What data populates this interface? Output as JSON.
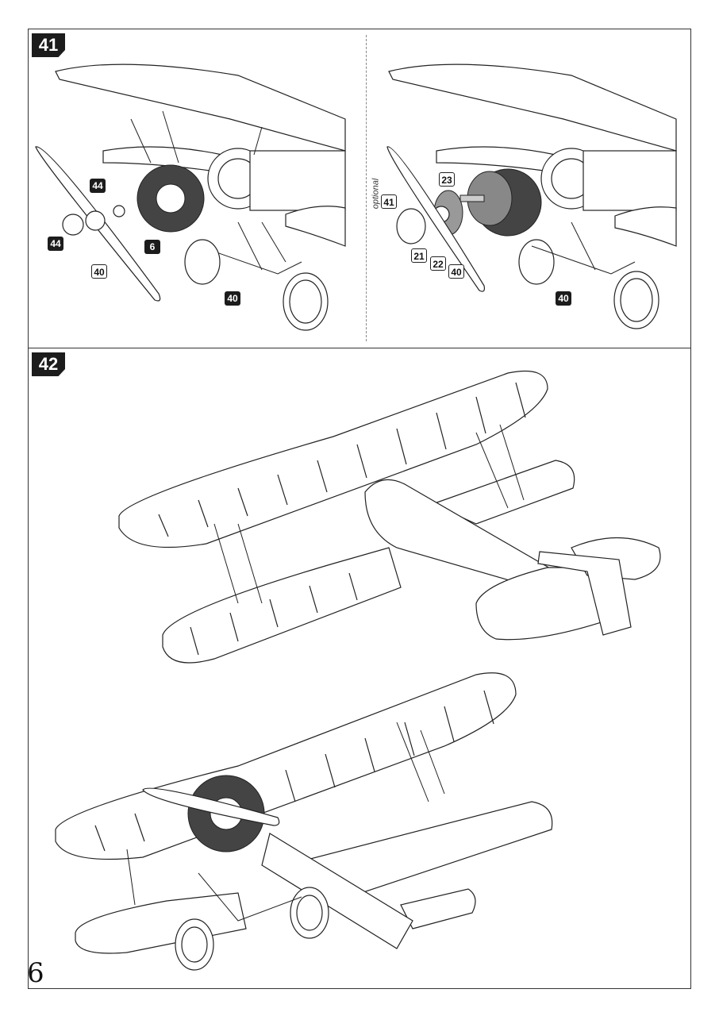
{
  "page_number": "6",
  "steps": [
    {
      "number": "41",
      "label_optional": "optional",
      "callouts_left": [
        "44",
        "44",
        "6",
        "40",
        "40"
      ],
      "callouts_right": [
        "41",
        "23",
        "21",
        "22",
        "40",
        "40"
      ]
    },
    {
      "number": "42"
    }
  ],
  "colors": {
    "ink": "#1c1c1c",
    "paper": "#ffffff"
  }
}
